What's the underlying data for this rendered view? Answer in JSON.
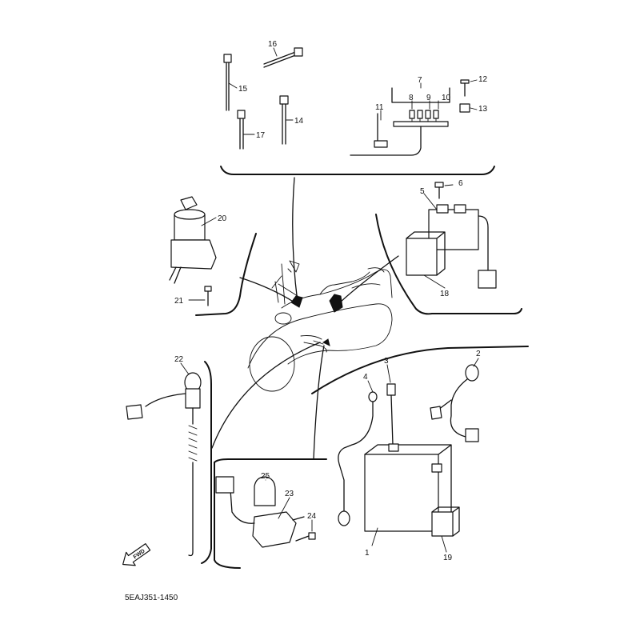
{
  "diagram": {
    "title": "",
    "drawing_code": "5EAJ351-1450",
    "direction_label": "FWD",
    "callouts": [
      "1",
      "2",
      "3",
      "4",
      "5",
      "6",
      "7",
      "8",
      "9",
      "10",
      "11",
      "12",
      "13",
      "14",
      "15",
      "16",
      "17",
      "18",
      "19",
      "20",
      "21",
      "22",
      "23",
      "24",
      "25"
    ],
    "parts": [
      {
        "number": "1",
        "shape": "battery"
      },
      {
        "number": "2",
        "shape": "battery-positive-lead"
      },
      {
        "number": "3",
        "shape": "battery-negative-lead"
      },
      {
        "number": "4",
        "shape": "ground-lead"
      },
      {
        "number": "5",
        "shape": "starter-relay"
      },
      {
        "number": "6",
        "shape": "bolt"
      },
      {
        "number": "7",
        "shape": "fuse-box-assembly"
      },
      {
        "number": "8",
        "shape": "fuse"
      },
      {
        "number": "9",
        "shape": "fuse"
      },
      {
        "number": "10",
        "shape": "fuse"
      },
      {
        "number": "11",
        "shape": "fuse-holder-lead"
      },
      {
        "number": "12",
        "shape": "screw"
      },
      {
        "number": "13",
        "shape": "nut"
      },
      {
        "number": "14",
        "shape": "cable-tie"
      },
      {
        "number": "15",
        "shape": "cable-tie"
      },
      {
        "number": "16",
        "shape": "band"
      },
      {
        "number": "17",
        "shape": "cable-tie"
      },
      {
        "number": "18",
        "shape": "relay"
      },
      {
        "number": "19",
        "shape": "relay"
      },
      {
        "number": "20",
        "shape": "main-switch-with-key"
      },
      {
        "number": "21",
        "shape": "bolt"
      },
      {
        "number": "22",
        "shape": "rear-brake-switch"
      },
      {
        "number": "23",
        "shape": "switch"
      },
      {
        "number": "24",
        "shape": "screw"
      },
      {
        "number": "25",
        "shape": "clamp"
      }
    ]
  }
}
